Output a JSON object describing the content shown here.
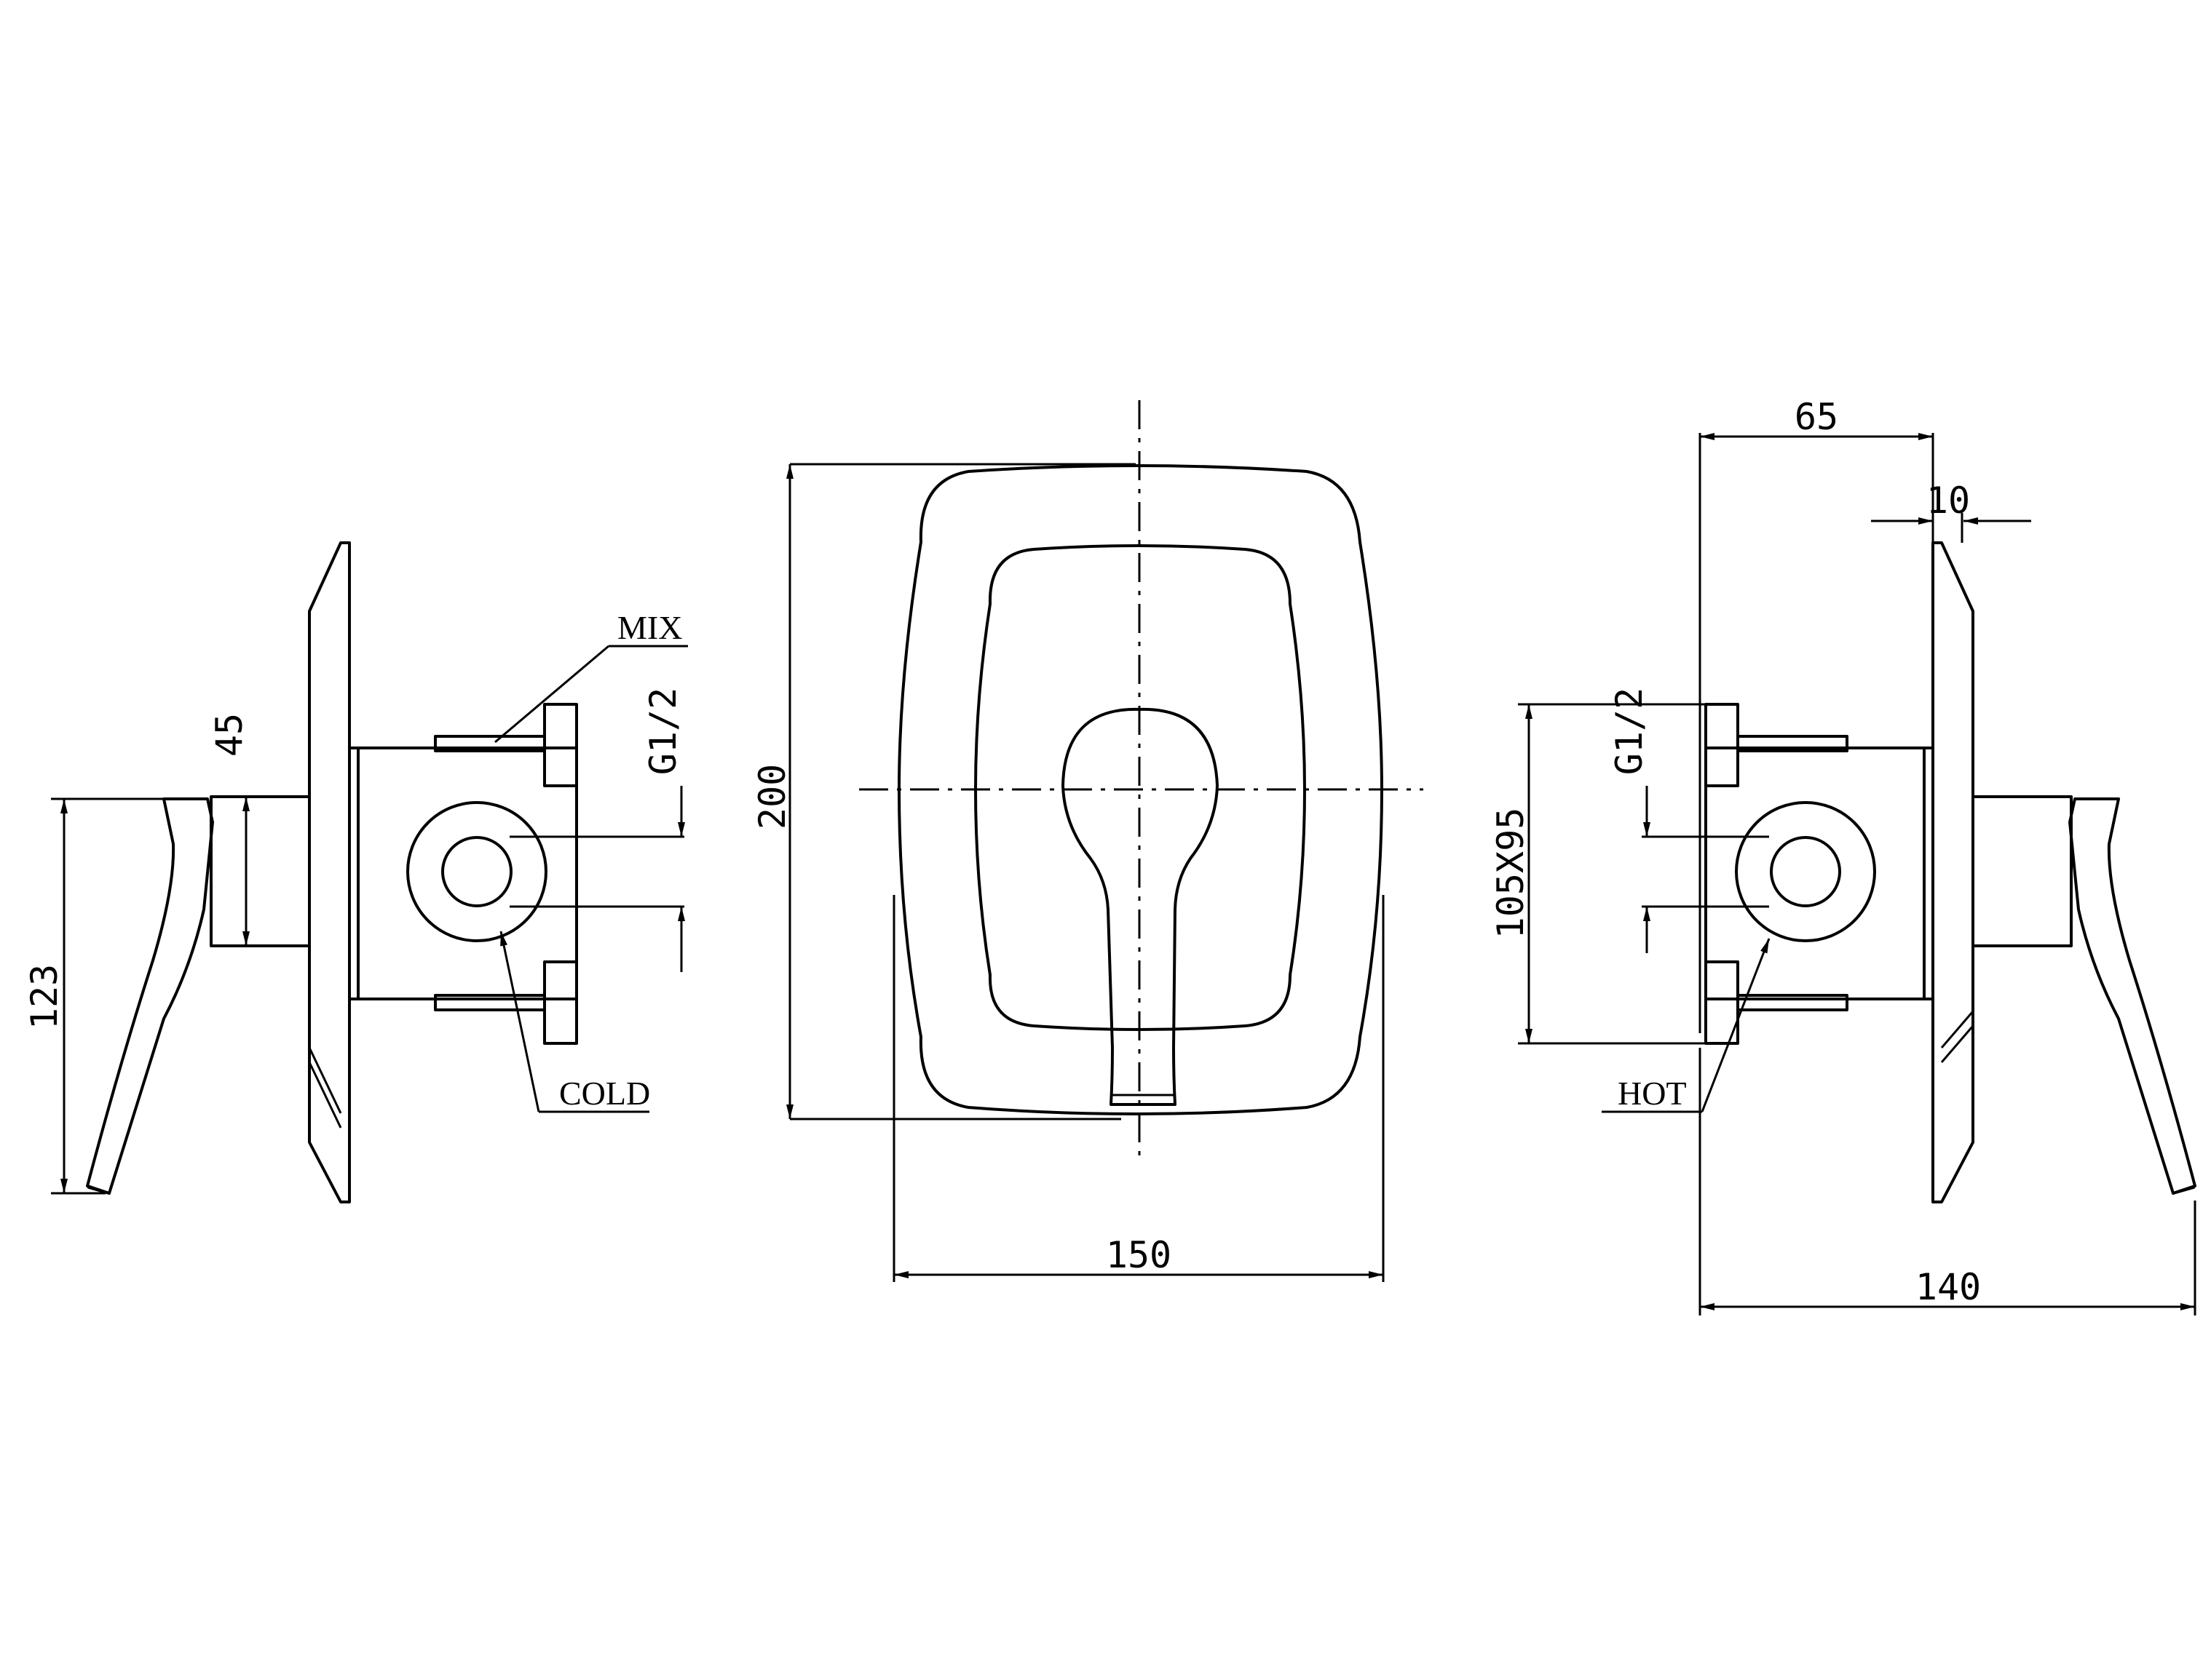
{
  "labels": {
    "mix": "MIX",
    "cold": "COLD",
    "hot": "HOT",
    "thread_left": "G1/2",
    "thread_right": "G1/2"
  },
  "dimensions": {
    "height_total": "200",
    "width_total": "150",
    "lever_height": "123",
    "body_offset": "45",
    "depth_total": "140",
    "depth_plate": "65",
    "plate_thickness": "10",
    "box_size": "105X95"
  }
}
